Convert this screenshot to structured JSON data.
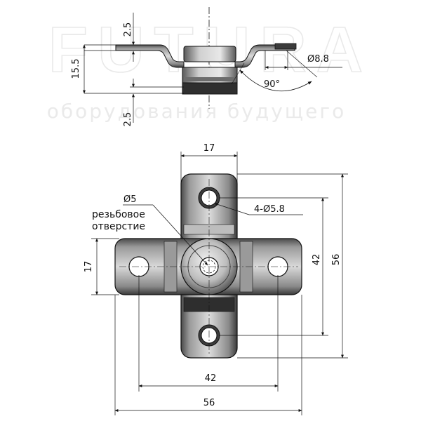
{
  "watermark": {
    "brand": "FUTURA",
    "tagline": "оборудования будущего"
  },
  "side_view": {
    "dim_top": "2.5",
    "dim_height": "15.5",
    "dim_bottom": "2.5",
    "dim_diameter": "Ø8.8",
    "dim_angle": "90°"
  },
  "plan_view": {
    "dim_top_width": "17",
    "dim_left_height": "17",
    "dim_center_hole": "Ø5",
    "label_thread_line1": "резьбовое",
    "label_thread_line2": "отверстие",
    "dim_mount_holes": "4-Ø5.8",
    "dim_hole_spacing_v": "42",
    "dim_overall_v": "56",
    "dim_hole_spacing_h": "42",
    "dim_overall_h": "56"
  },
  "colors": {
    "line": "#111111",
    "plate_dark": "#3a3a3a",
    "plate_mid": "#8a8a8a",
    "plate_light": "#d8d8d8",
    "watermark": "#e9e9e9"
  }
}
